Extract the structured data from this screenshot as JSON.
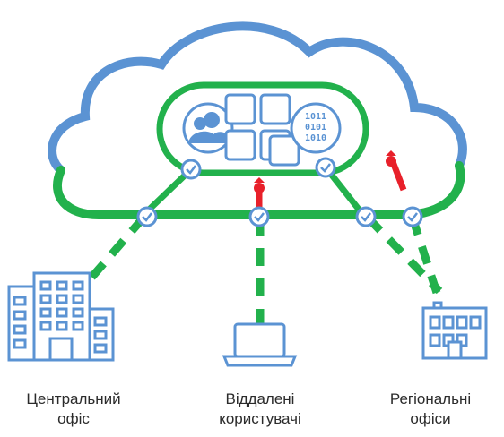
{
  "hub": {
    "binary_lines": [
      "1011",
      "0101",
      "1010"
    ]
  },
  "locations": [
    {
      "label_line1": "Центральний",
      "label_line2": "офіс"
    },
    {
      "label_line1": "Віддалені",
      "label_line2": "користувачі"
    },
    {
      "label_line1": "Регіональні",
      "label_line2": "офіси"
    }
  ],
  "colors": {
    "cloud_blue": "#5b93d3",
    "secure_green": "#22b14c",
    "threat_red": "#e8202a",
    "icon_blue": "#5b93d3"
  }
}
